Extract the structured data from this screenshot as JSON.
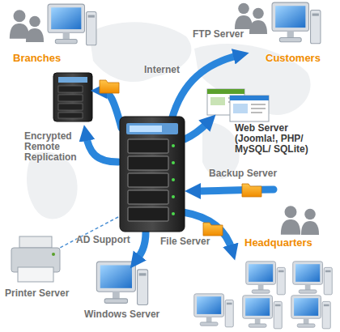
{
  "diagram": {
    "labels": [
      "Branches",
      "Internet",
      "FTP Server",
      "Customers",
      "Web Server (Joomla!, PHP/ MySQL/ SQLite)",
      "Encrypted Remote Replication",
      "Backup Server",
      "AD Support",
      "File Server",
      "Headquarters",
      "Printer Server",
      "Windows Server"
    ]
  }
}
